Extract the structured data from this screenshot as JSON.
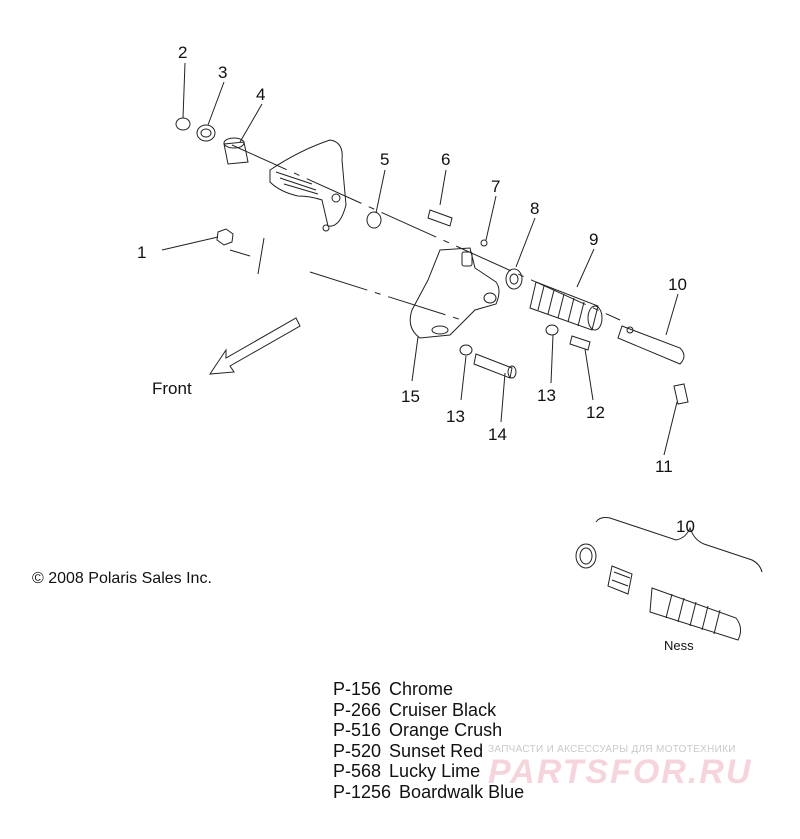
{
  "callouts": [
    {
      "id": "c1",
      "text": "1"
    },
    {
      "id": "c2",
      "text": "2"
    },
    {
      "id": "c3",
      "text": "3"
    },
    {
      "id": "c4",
      "text": "4"
    },
    {
      "id": "c5",
      "text": "5"
    },
    {
      "id": "c6",
      "text": "6"
    },
    {
      "id": "c7",
      "text": "7"
    },
    {
      "id": "c8",
      "text": "8"
    },
    {
      "id": "c9",
      "text": "9"
    },
    {
      "id": "c10",
      "text": "10"
    },
    {
      "id": "c11",
      "text": "11"
    },
    {
      "id": "c12",
      "text": "12"
    },
    {
      "id": "c13a",
      "text": "13"
    },
    {
      "id": "c13b",
      "text": "13"
    },
    {
      "id": "c14",
      "text": "14"
    },
    {
      "id": "c15",
      "text": "15"
    },
    {
      "id": "c10b",
      "text": "10"
    }
  ],
  "labels": {
    "front": "Front",
    "copyright": "© 2008 Polaris Sales Inc.",
    "ness": "Ness"
  },
  "colors": [
    {
      "code": "P-156",
      "name": "Chrome"
    },
    {
      "code": "P-266",
      "name": "Cruiser Black"
    },
    {
      "code": "P-516",
      "name": "Orange Crush"
    },
    {
      "code": "P-520",
      "name": "Sunset Red"
    },
    {
      "code": "P-568",
      "name": "Lucky Lime"
    },
    {
      "code": "P-1256",
      "name": "Boardwalk Blue"
    }
  ],
  "watermark": {
    "tagline": "ЗАПЧАСТИ И АКСЕССУАРЫ ДЛЯ МОТОТЕХНИКИ",
    "brand": "PARTSFOR.RU"
  }
}
